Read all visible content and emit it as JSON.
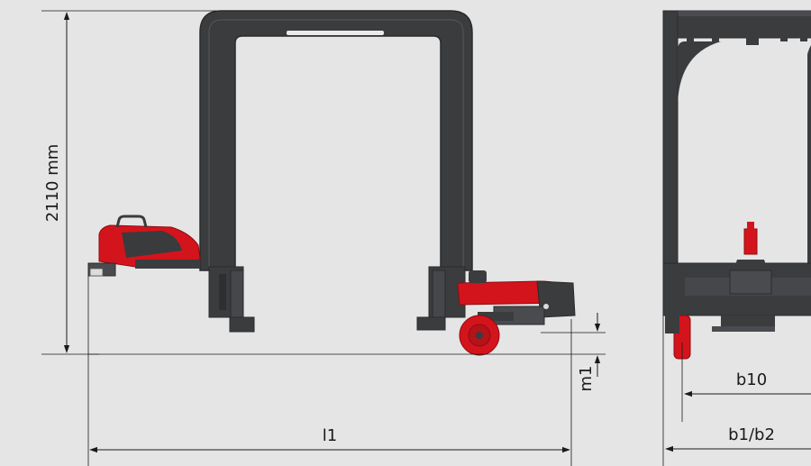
{
  "dimensions": {
    "height_label": "2110 mm",
    "ground_clearance_label": "m1",
    "length_label": "l1",
    "inner_width_label": "b10",
    "overall_width_label": "b1/b2"
  },
  "colors": {
    "background": "#e5e5e5",
    "frame": "#3b3c3e",
    "frame_edge": "#2a2b2d",
    "accent_red": "#d4141c",
    "dimension_line": "#1a1a1a"
  }
}
